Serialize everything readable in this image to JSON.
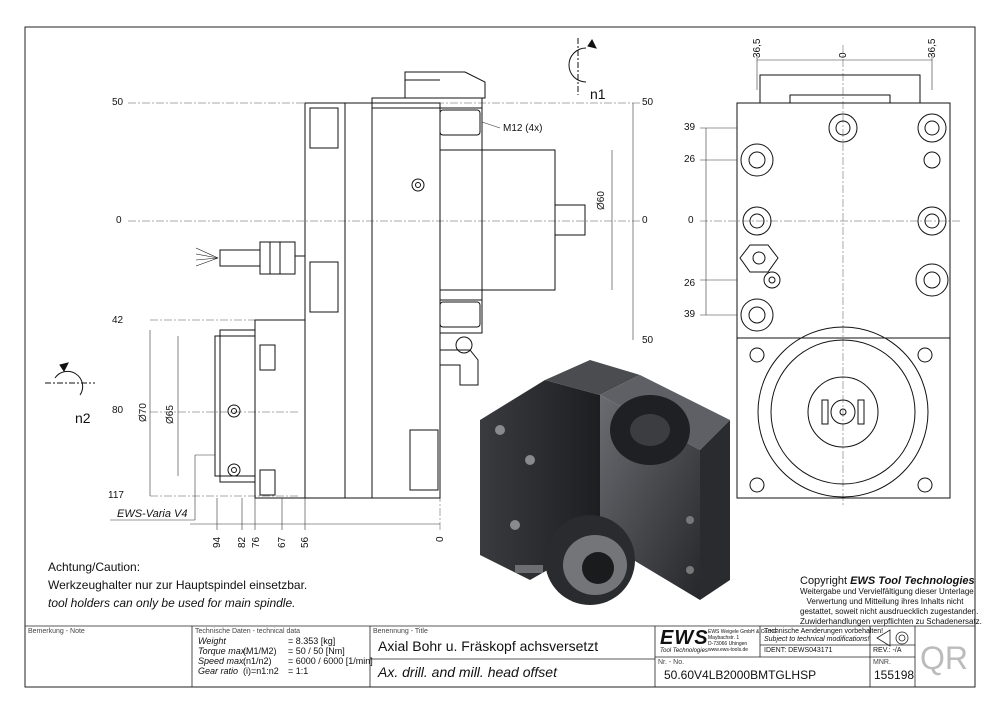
{
  "labels": {
    "n1": "n1",
    "n2": "n2",
    "thread": "M12 (4x)",
    "dim_60": "Ø60",
    "dim_70": "Ø70",
    "dim_65": "Ø65",
    "ews_varia": "EWS-Varia V4",
    "left_scale": [
      "50",
      "0",
      "42",
      "80",
      "117"
    ],
    "mid_scale": [
      "50",
      "0",
      "50"
    ],
    "bottom_scale": [
      "94",
      "82",
      "76",
      "67",
      "56",
      "0"
    ],
    "top_dims": [
      "36,5",
      "0",
      "36,5"
    ],
    "right_dims": [
      "39",
      "26",
      "0",
      "26",
      "39"
    ]
  },
  "caution": {
    "heading": "Achtung/Caution:",
    "line_de": "Werkzeughalter nur zur Hauptspindel einsetzbar.",
    "line_en": "tool holders can only be used for main spindle."
  },
  "copyright": {
    "title_prefix": "Copyright ",
    "title_brand": "EWS Tool Technologies",
    "line1": "Weitergabe und Vervielfältigung dieser Unterlage,",
    "line2": "Verwertung und Mitteilung ihres Inhalts nicht",
    "line3": "gestattet, soweit nicht ausdruecklich zugestanden.",
    "line4": "Zuwiderhandlungen verpflichten zu Schadenersatz."
  },
  "title_block": {
    "note_label": "Bemerkung - Note",
    "tech_label": "Technische Daten - technical data",
    "name_label": "Benennung - Title",
    "rows": [
      {
        "key": "Weight",
        "mid": "",
        "val": "=  8.353 [kg]"
      },
      {
        "key": "Torque max.",
        "mid": "(M1/M2)",
        "val": "=  50 / 50 [Nm]"
      },
      {
        "key": "Speed max.",
        "mid": "(n1/n2)",
        "val": "=  6000 / 6000 [1/min]"
      },
      {
        "key": "Gear ratio",
        "mid": "(i)=n1:n2",
        "val": "=  1:1"
      }
    ],
    "title_de": "Axial Bohr u. Fräskopf achsversetzt",
    "title_en": "Ax. drill. and mill. head offset",
    "logo": "EWS",
    "logo_sub": "Tool Technologies",
    "company": "EWS Weigele GmbH & Co. KG",
    "company_addr1": "Maybachstr. 1",
    "company_addr2": "D-73066 Uhingen",
    "company_web": "www.ews-tools.de",
    "notice_de": "Technische Aenderungen vorbehalten!",
    "notice_en": "Subject to technical modifications!",
    "ident": "IDENT: DEWS043171",
    "rev": "REV.: -/A",
    "nr_label": "Nr. - No.",
    "part_no": "50.60V4LB2000BMTGLHSP",
    "mnr_label": "MNR.",
    "mnr": "155198",
    "qr": "QR"
  },
  "colors": {
    "line": "#111111",
    "dim": "#333333",
    "render_dark": "#2e2f33",
    "render_mid": "#55575c",
    "render_light": "#8a8c90"
  }
}
